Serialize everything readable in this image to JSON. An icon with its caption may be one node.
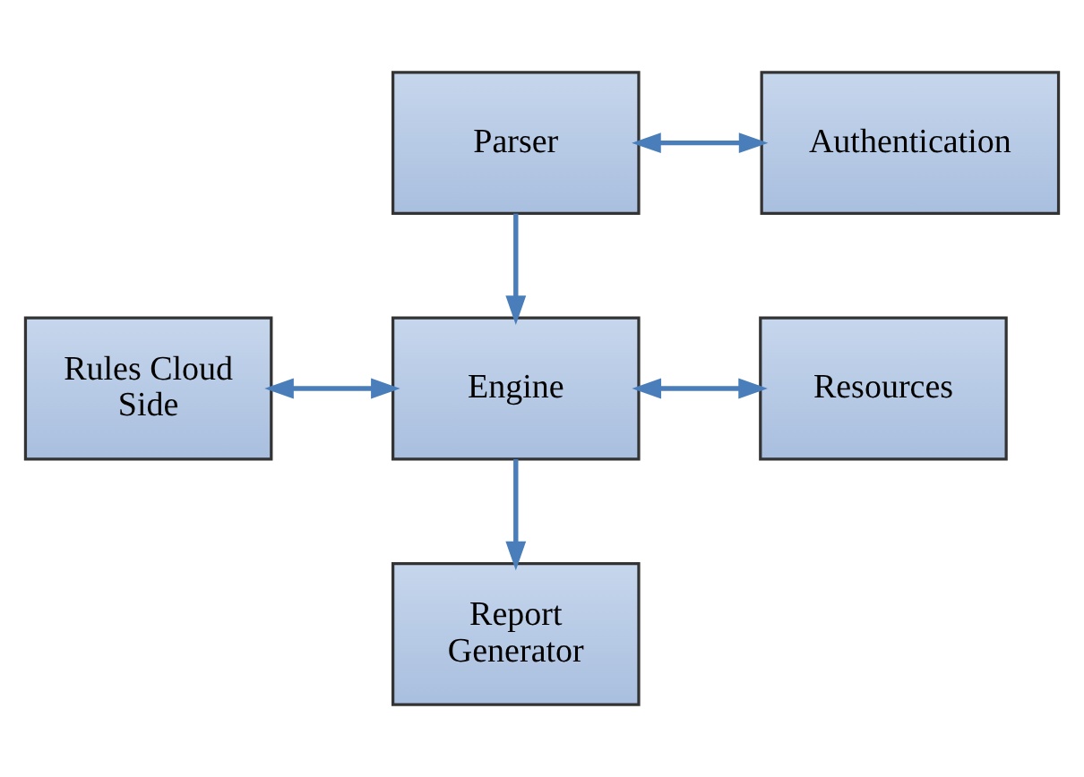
{
  "diagram": {
    "nodes": [
      {
        "text": [
          "Parser"
        ]
      },
      {
        "text": [
          "Authentication"
        ]
      },
      {
        "text": [
          "Rules Cloud Side"
        ]
      },
      {
        "text": [
          "Engine"
        ]
      },
      {
        "text": [
          "Resources"
        ]
      },
      {
        "text": [
          "Report Generator"
        ]
      }
    ],
    "edges": [
      {
        "from": 0,
        "to": 1,
        "arrow": "both"
      },
      {
        "from": 0,
        "to": 3,
        "arrow": "to"
      },
      {
        "from": 2,
        "to": 3,
        "arrow": "both"
      },
      {
        "from": 3,
        "to": 4,
        "arrow": "both"
      },
      {
        "from": 3,
        "to": 5,
        "arrow": "to"
      }
    ]
  }
}
